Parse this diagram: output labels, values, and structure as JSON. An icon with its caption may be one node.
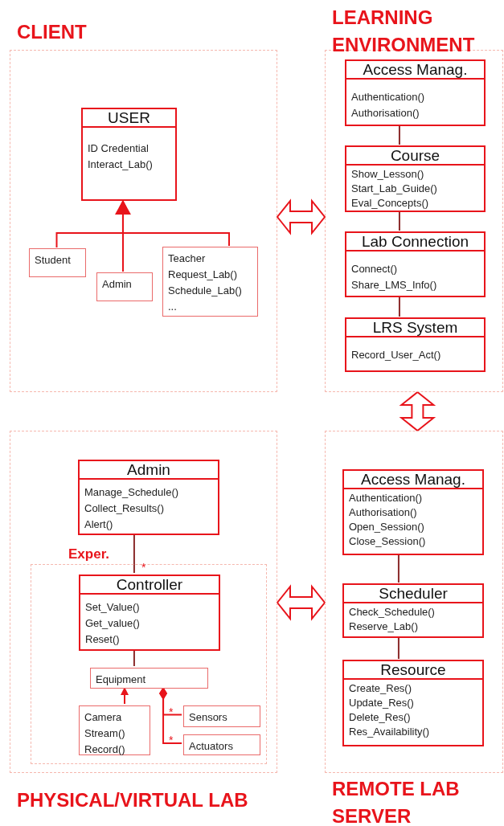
{
  "diagram": {
    "nodes": [
      {
        "text": [
          "CLIENT"
        ]
      },
      {
        "text": [
          "USER",
          "ID Credential Interact_Lab()"
        ],
        "in": 0
      },
      {
        "text": [
          "Student"
        ],
        "in": 0
      },
      {
        "text": [
          "Admin"
        ],
        "in": 0
      },
      {
        "text": [
          "Teacher",
          "Request_Lab() Schedule_Lab() ..."
        ],
        "in": 0
      },
      {
        "text": [
          "LEARNING ENVIRONMENT"
        ]
      },
      {
        "text": [
          "Access Manag.",
          "Authentication() Authorisation()"
        ],
        "in": 5
      },
      {
        "text": [
          "Course",
          "Show_Lesson() Start_Lab_Guide() Eval_Concepts()"
        ],
        "in": 5
      },
      {
        "text": [
          "Lab Connection",
          "Connect() Share_LMS_Info()"
        ],
        "in": 5
      },
      {
        "text": [
          "LRS System",
          "Record_User_Act()"
        ],
        "in": 5
      },
      {
        "text": [
          "PHYSICAL/VIRTUAL LAB"
        ]
      },
      {
        "text": [
          "Admin",
          "Manage_Schedule() Collect_Results() Alert()"
        ],
        "in": 10
      },
      {
        "text": [
          "Exper."
        ],
        "in": 10
      },
      {
        "text": [
          "Controller",
          "Set_Value() Get_value() Reset()"
        ],
        "in": 12
      },
      {
        "text": [
          "Equipment"
        ],
        "in": 12
      },
      {
        "text": [
          "Camera",
          "Stream() Record()"
        ],
        "in": 12
      },
      {
        "text": [
          "Sensors"
        ],
        "in": 12
      },
      {
        "text": [
          "Actuators"
        ],
        "in": 12
      },
      {
        "text": [
          "REMOTE LAB SERVER"
        ]
      },
      {
        "text": [
          "Access Manag.",
          "Authentication() Authorisation() Open_Session() Close_Session()"
        ],
        "in": 18
      },
      {
        "text": [
          "Scheduler",
          "Check_Schedule() Reserve_Lab()"
        ],
        "in": 18
      },
      {
        "text": [
          "Resource",
          "Create_Res() Update_Res() Delete_Res() Res_Availability()"
        ],
        "in": 18
      }
    ],
    "edges": [
      {
        "from": 2,
        "to": 1,
        "arrow": "to",
        "color": "#e8141b"
      },
      {
        "from": 3,
        "to": 1,
        "arrow": "to",
        "color": "#e8141b"
      },
      {
        "from": 4,
        "to": 1,
        "arrow": "to",
        "color": "#e8141b"
      },
      {
        "from": 6,
        "to": 7,
        "arrow": "none"
      },
      {
        "from": 7,
        "to": 8,
        "arrow": "none"
      },
      {
        "from": 8,
        "to": 9,
        "arrow": "none"
      },
      {
        "from": 11,
        "to": 13,
        "arrow": "none",
        "label": "*"
      },
      {
        "from": 13,
        "to": 14,
        "arrow": "none"
      },
      {
        "from": 15,
        "to": 14,
        "arrow": "to",
        "color": "#e8141b"
      },
      {
        "from": 14,
        "to": 16,
        "arrow": "other",
        "label": "*",
        "color": "#e8141b"
      },
      {
        "from": 14,
        "to": 17,
        "arrow": "other",
        "label": "*",
        "color": "#e8141b"
      },
      {
        "from": 19,
        "to": 20,
        "arrow": "none"
      },
      {
        "from": 20,
        "to": 21,
        "arrow": "none"
      },
      {
        "from": 0,
        "to": 5,
        "arrow": "both",
        "style": "thick",
        "color": "#e8141b"
      },
      {
        "from": 5,
        "to": 18,
        "arrow": "both",
        "style": "thick",
        "color": "#e8141b"
      },
      {
        "from": 10,
        "to": 18,
        "arrow": "both",
        "style": "thick",
        "color": "#e8141b"
      }
    ]
  }
}
